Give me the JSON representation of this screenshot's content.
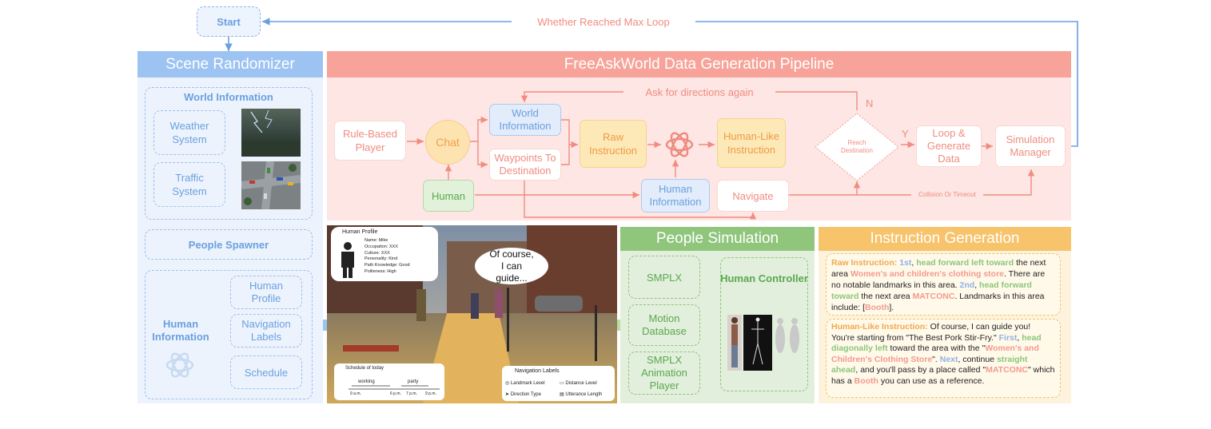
{
  "start": {
    "label": "Start"
  },
  "loop_label": "Whether Reached Max Loop",
  "scene_randomizer": {
    "title": "Scene Randomizer",
    "world_information": "World Information",
    "weather": "Weather System",
    "traffic": "Traffic System",
    "people_spawner": "People Spawner",
    "human_information": "Human Information",
    "items": [
      "Human Profile",
      "Navigation Labels",
      "Schedule"
    ]
  },
  "pipeline": {
    "title": "FreeAskWorld Data Generation Pipeline",
    "ask_again": "Ask for directions again",
    "rule_based_player": "Rule-Based Player",
    "chat": "Chat",
    "human": "Human",
    "world_information": "World Information",
    "waypoints": "Waypoints To Destination",
    "raw_instruction": "Raw Instruction",
    "human_information": "Human Information",
    "human_like_instruction": "Human-Like Instruction",
    "navigate": "Navigate",
    "reach_destination": "Reach Destination",
    "n_label": "N",
    "y_label": "Y",
    "loop_generate": "Loop & Generate Data",
    "simulation_manager": "Simulation Manager",
    "collision": "Collision Or Timeout"
  },
  "scene": {
    "profile_title": "Human Profile",
    "profile_lines": [
      "Name: Mike",
      "Occupation: XXX",
      "Culture: XXX",
      "Personality: Kind",
      "Path Knowledge: Good",
      "Politeness: High"
    ],
    "speech": "Of course, I can guide...",
    "schedule_title": "Schedule of today",
    "schedule_working": "working",
    "schedule_party": "party",
    "schedule_times": [
      "9 a.m.",
      "6 p.m.",
      "7 p.m.",
      "9 p.m."
    ],
    "nav_title": "Navigation Labels",
    "nav_items": [
      "Landmark Level",
      "Distance Level",
      "Direction Type",
      "Utterance Length"
    ]
  },
  "people_simulation": {
    "title": "People Simulation",
    "smplx": "SMPLX",
    "motion_db": "Motion Database",
    "animation_player": "SMPLX Animation Player",
    "human_controller": "Human Controller"
  },
  "instruction_generation": {
    "title": "Instruction Generation",
    "raw_label": "Raw Instruction:",
    "raw_parts": [
      "1st",
      ", ",
      "head forward left toward",
      " the next area ",
      "Women's and children's clothing store",
      ". There are no notable landmarks in this area. ",
      "2nd",
      ", ",
      "head forward toward",
      " the next area ",
      "MATCONC",
      ". Landmarks in this area include: [",
      "Booth",
      "]."
    ],
    "human_label": "Human-Like Instruction:",
    "human_parts": [
      " Of course, I can guide you! You're starting from \"The Best Pork Stir-Fry.\" ",
      "First",
      ", ",
      "head diagonally left",
      " toward the area with the \"",
      "Women's and Children's Clothing Store",
      "\". ",
      "Next",
      ", continue ",
      "straight ahead",
      ", and you'll pass by a place called \"",
      "MATCONC",
      "\" which has a ",
      "Booth",
      " you can use as a reference."
    ]
  },
  "colors": {
    "blue": "#9cc3f2",
    "red": "#f7a399",
    "green": "#90c57c",
    "orange": "#f7c36b"
  }
}
